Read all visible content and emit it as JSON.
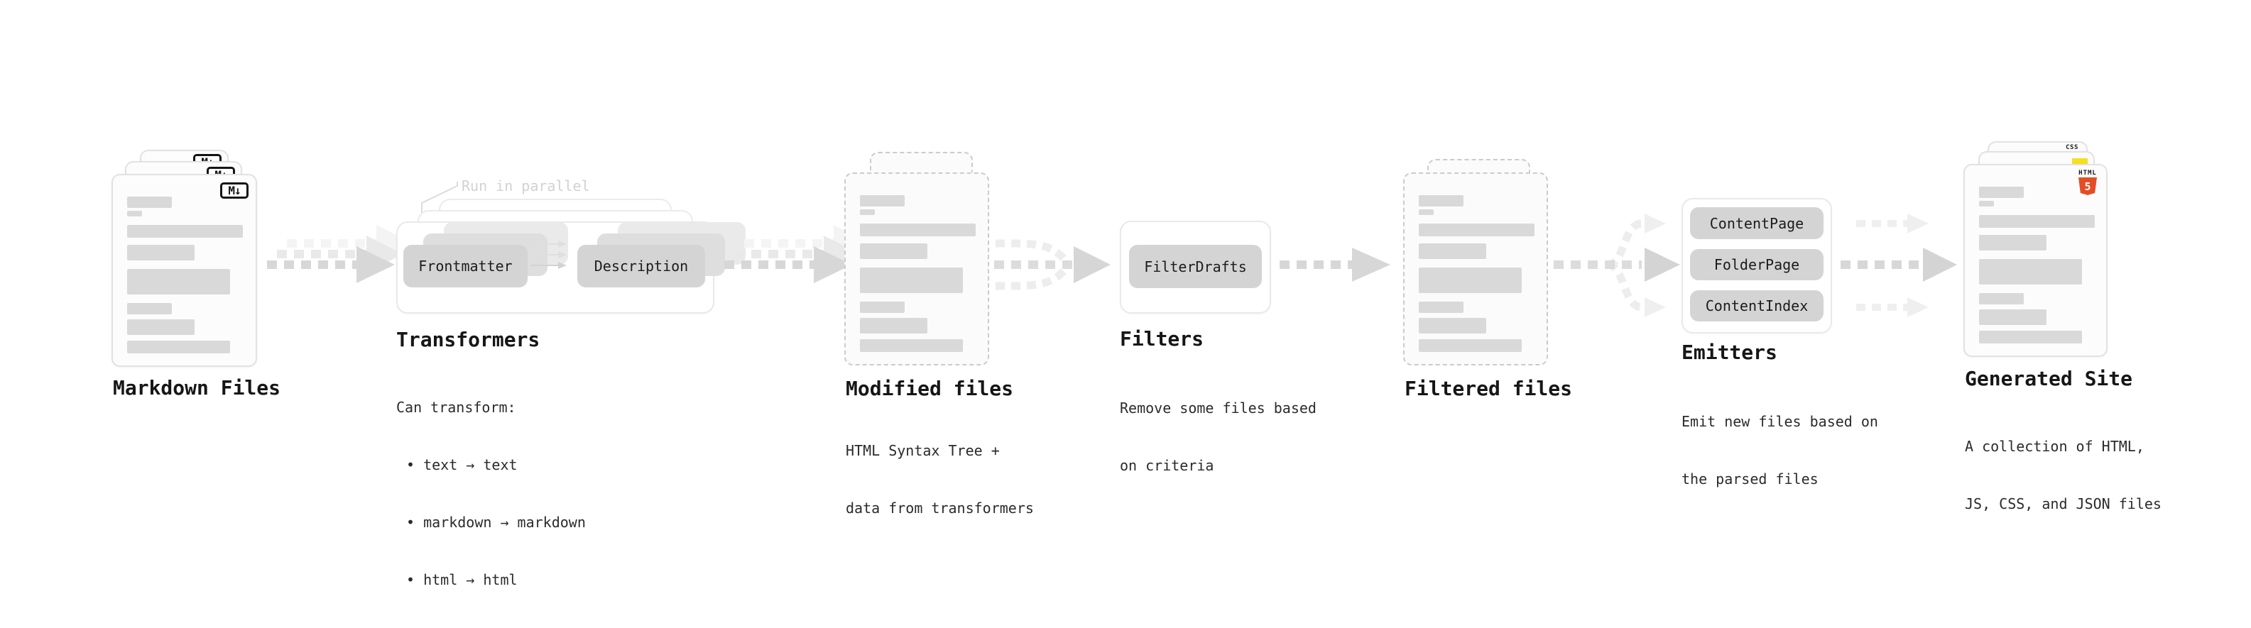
{
  "diagram": {
    "md_icon_label": "M↓",
    "nodes": {
      "markdown_files": {
        "title": "Markdown Files"
      },
      "transformers": {
        "title": "Transformers",
        "annotation": "Run in parallel",
        "step1": "Frontmatter",
        "step2": "Description",
        "description_heading": "Can transform:",
        "bullets": [
          "• text → text",
          "• markdown → markdown",
          "• html → html"
        ]
      },
      "modified_files": {
        "title": "Modified files",
        "description_line1": "HTML Syntax Tree +",
        "description_line2": "data from transformers"
      },
      "filters": {
        "title": "Filters",
        "items": [
          "FilterDrafts"
        ],
        "description_line1": "Remove some files based",
        "description_line2": "on criteria"
      },
      "filtered_files": {
        "title": "Filtered files"
      },
      "emitters": {
        "title": "Emitters",
        "items": [
          "ContentPage",
          "FolderPage",
          "ContentIndex"
        ],
        "description_line1": "Emit new files based on",
        "description_line2": "the parsed files"
      },
      "generated_site": {
        "title": "Generated Site",
        "description_line1": "A collection of HTML,",
        "description_line2": "JS, CSS, and JSON files",
        "badges": {
          "css_label": "CSS",
          "html_label": "HTML",
          "html5_number": "5"
        }
      }
    },
    "colors": {
      "skeleton_gray": "#d9d9d9",
      "chip_gray": "#d4d4d4",
      "arrow_gray": "#d7d7d7",
      "arrow_light": "#ededed",
      "box_border": "#e9e9e9",
      "dashed_border": "#cbcbcb",
      "annotation_gray": "#d2d2d2",
      "html5_orange": "#e44d26",
      "js_yellow": "#f7df1e",
      "css_blue": "#2b66f6"
    }
  }
}
